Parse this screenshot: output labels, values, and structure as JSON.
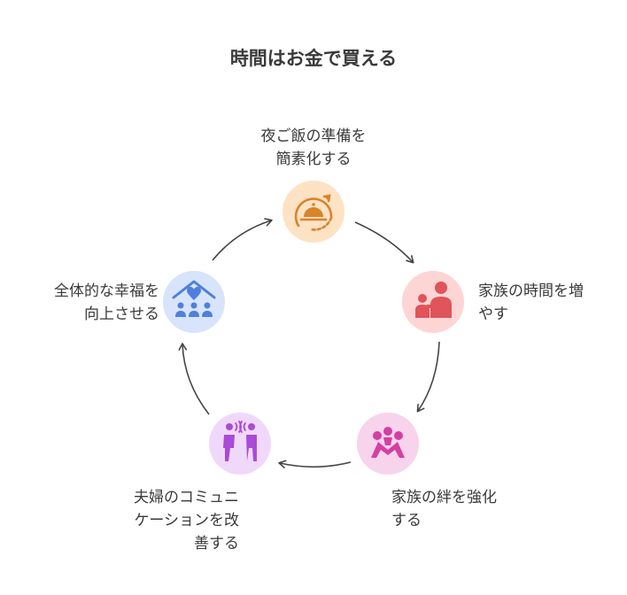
{
  "title": "時間はお金で買える",
  "colors": {
    "dinner": {
      "bg": "#fde2c4",
      "fg": "#d9832b"
    },
    "family_time": {
      "bg": "#fdd5d5",
      "fg": "#e0545a"
    },
    "family_bond": {
      "bg": "#f8d3ec",
      "fg": "#d43fa2"
    },
    "couple": {
      "bg": "#f0d8fa",
      "fg": "#a84bd6"
    },
    "happiness": {
      "bg": "#d8e4fb",
      "fg": "#4f7fdd"
    },
    "arrow": "#444444"
  },
  "nodes": [
    {
      "id": "dinner",
      "icon": "serving-cloche-icon",
      "lines": [
        "夜ご飯の準備を",
        "簡素化する"
      ]
    },
    {
      "id": "family_time",
      "icon": "parent-child-icon",
      "lines": [
        "家族の時間を増",
        "やす"
      ]
    },
    {
      "id": "family_bond",
      "icon": "family-hug-icon",
      "lines": [
        "家族の絆を強化",
        "する"
      ]
    },
    {
      "id": "couple",
      "icon": "couple-talking-icon",
      "lines": [
        "夫婦のコミュニ",
        "ケーションを改",
        "善する"
      ]
    },
    {
      "id": "happiness",
      "icon": "family-home-heart-icon",
      "lines": [
        "全体的な幸福を",
        "向上させる"
      ]
    }
  ]
}
